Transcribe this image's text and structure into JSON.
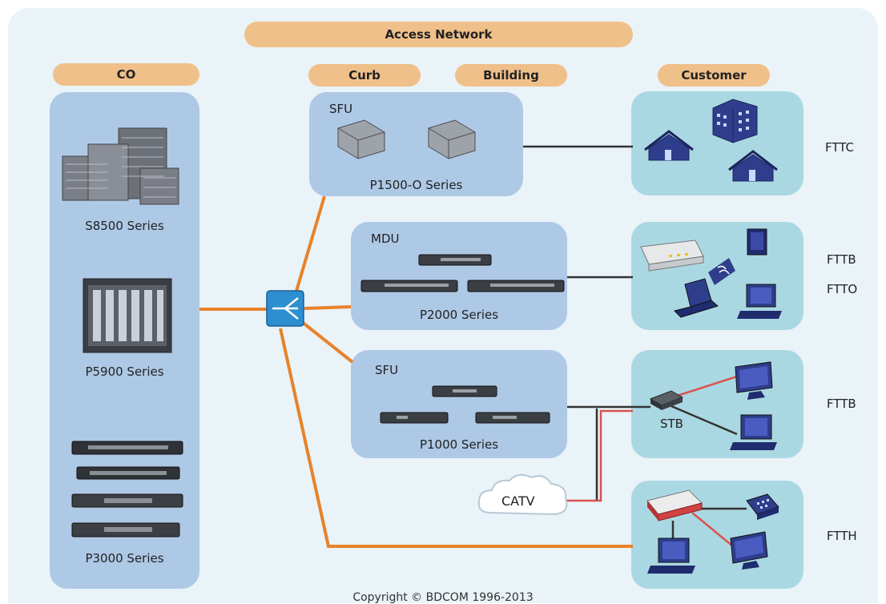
{
  "labels": {
    "access_network": "Access Network",
    "co": "CO",
    "curb": "Curb",
    "building": "Building",
    "customer": "Customer"
  },
  "co_devices": {
    "s8500": "S8500 Series",
    "p5900": "P5900 Series",
    "p3000": "P3000 Series"
  },
  "onu_groups": [
    {
      "type": "SFU",
      "series": "P1500-O Series"
    },
    {
      "type": "MDU",
      "series": "P2000 Series"
    },
    {
      "type": "SFU",
      "series": "P1000 Series"
    }
  ],
  "ftt": {
    "fttc": "FTTC",
    "fttb_1": "FTTB",
    "ftto": "FTTO",
    "fttb_2": "FTTB",
    "ftth": "FTTH"
  },
  "stb_label": "STB",
  "catv_label": "CATV",
  "copyright": "Copyright © BDCOM 1996-2013",
  "colors": {
    "fiber": "#e8822a",
    "copper": "#333333",
    "coax": "#d9534f",
    "co_panel": "#aec9e6",
    "customer_panel": "#aad8e2",
    "pill": "#f0c08a",
    "splitter": "#2e8fd0"
  },
  "icons": [
    "splitter-icon",
    "house-icon",
    "building-icon",
    "monitor-icon",
    "laptop-icon",
    "desktop-icon",
    "phone-icon",
    "router-icon",
    "stb-icon",
    "cloud-icon",
    "wifi-icon"
  ]
}
